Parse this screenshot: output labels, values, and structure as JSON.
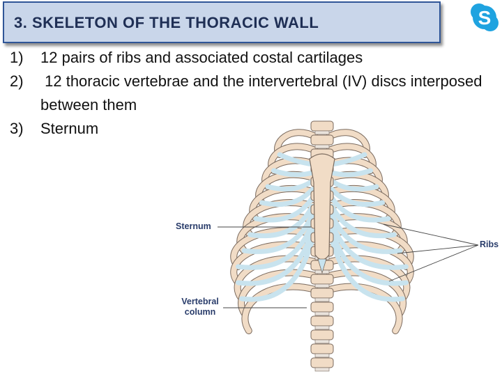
{
  "slide": {
    "title": "3. SKELETON OF THE THORACIC WALL",
    "items": [
      {
        "number": "1)",
        "text": "12 pairs of ribs and associated costal cartilages"
      },
      {
        "number": "2)",
        "text": " 12 thoracic vertebrae and the intervertebral (IV) discs interposed between them"
      },
      {
        "number": "3)",
        "text": "Sternum"
      }
    ]
  },
  "figure": {
    "labels": {
      "sternum": "Sternum",
      "ribs": "Ribs",
      "vertebral_line1": "Vertebral",
      "vertebral_line2": "column"
    }
  },
  "logo": {
    "name": "skype-icon",
    "letter": "S"
  },
  "colors": {
    "title_bg": "#c9d6ea",
    "title_border": "#2f5597",
    "bone": "#f1dcc6",
    "bone_outline": "#7a6a5e",
    "cartilage": "#c8e3ee",
    "label_blue": "#2a3d6b",
    "skype_blue": "#1fa3e0"
  }
}
